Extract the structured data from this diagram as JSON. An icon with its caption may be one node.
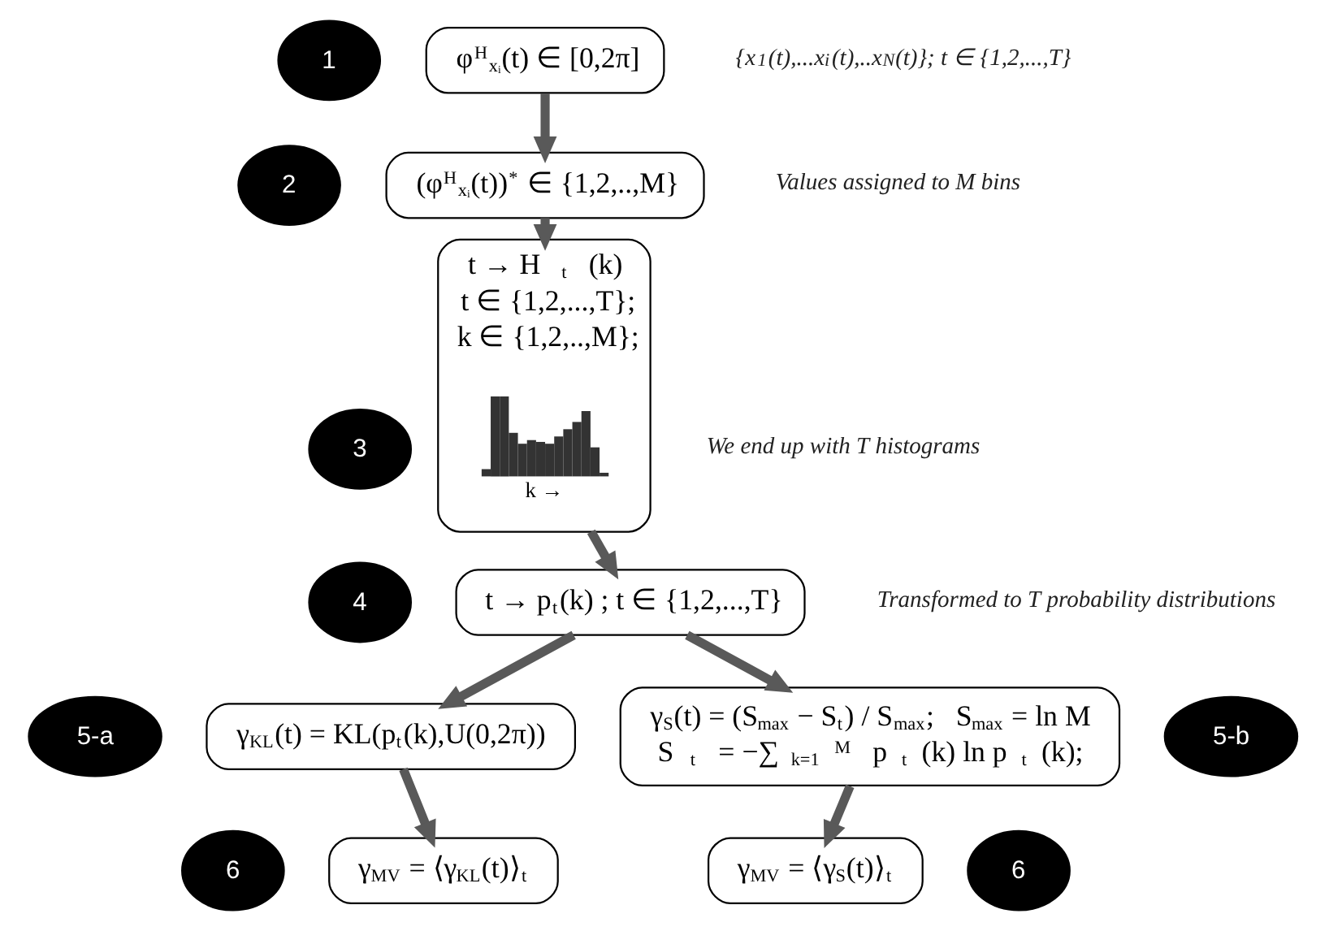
{
  "diagram": {
    "nodes": [
      {
        "text": [
          "1"
        ]
      },
      {
        "text": [
          "φ$^{H}$$_{xᵢ}$(t) ∈ [0,2π]"
        ],
        "beside": [
          "{x$_{1}$(t),...x$_{i}$(t),..x$_{N}$(t)}; t ∈ {1,2,...,T}"
        ]
      },
      {
        "text": [
          "2"
        ]
      },
      {
        "text": [
          "(φ$^{H}$$_{xᵢ}$(t))$^{*}$ ∈ {1,2,..,M}"
        ],
        "beside": [
          "Values assigned to M bins"
        ]
      },
      {
        "text": [
          "3"
        ]
      },
      {
        "text": [
          "t → H$_{t}$(k)",
          "t ∈ {1,2,...,T};",
          "k ∈ {1,2,..,M};"
        ],
        "beside": [
          "We end up with T histograms"
        ]
      },
      {
        "text": [
          "k →"
        ],
        "in": 5
      },
      {
        "text": [
          "4"
        ]
      },
      {
        "text": [
          "t → p$_{t}$(k) ; t ∈ {1,2,...,T}"
        ],
        "beside": [
          "Transformed to T probability distributions"
        ]
      },
      {
        "text": [
          "5-a"
        ]
      },
      {
        "text": [
          "γ$_{KL}$(t) = KL(p$_{t}$(k),U(0,2π))"
        ]
      },
      {
        "text": [
          "γ$_{S}$(t) = (S$_{max}$ − S$_{t}$) / S$_{max}$;   S$_{max}$ = ln M",
          "S$_{t}$ = −∑$_{k=1}$$^{M}$ p$_{t}$(k) ln p$_{t}$(k);"
        ]
      },
      {
        "text": [
          "5-b"
        ]
      },
      {
        "text": [
          "6"
        ]
      },
      {
        "text": [
          "γ$_{MV}$ = ⟨γ$_{KL}$(t)⟩$_{t}$"
        ]
      },
      {
        "text": [
          "γ$_{MV}$ = ⟨γ$_{S}$(t)⟩$_{t}$"
        ]
      },
      {
        "text": [
          "6"
        ]
      }
    ],
    "edges": [
      {
        "from": 1,
        "to": 3,
        "arrow": "to"
      },
      {
        "from": 3,
        "to": 5,
        "arrow": "to"
      },
      {
        "from": 5,
        "to": 8,
        "arrow": "to"
      },
      {
        "from": 8,
        "to": 10,
        "arrow": "to"
      },
      {
        "from": 8,
        "to": 11,
        "arrow": "to"
      },
      {
        "from": 10,
        "to": 14,
        "arrow": "to"
      },
      {
        "from": 11,
        "to": 15,
        "arrow": "to"
      }
    ]
  }
}
